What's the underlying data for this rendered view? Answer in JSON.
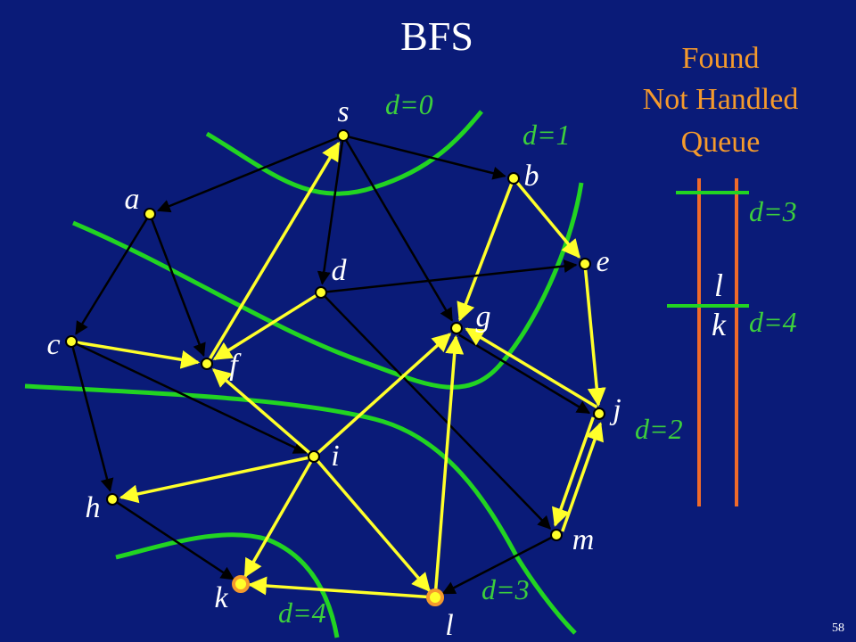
{
  "title": "BFS",
  "slide_number": "58",
  "legend": {
    "line1": "Found",
    "line2": "Not Handled",
    "line3": "Queue"
  },
  "queue": {
    "band_top": "d=3",
    "band_bottom": "d=4",
    "entries": [
      "l",
      "k"
    ]
  },
  "level_labels": [
    "d=0",
    "d=1",
    "d=2",
    "d=3",
    "d=4",
    "d=3",
    "d=4"
  ],
  "nodes": [
    {
      "id": "s",
      "label": "s",
      "state": "handled"
    },
    {
      "id": "a",
      "label": "a",
      "state": "handled"
    },
    {
      "id": "b",
      "label": "b",
      "state": "handled"
    },
    {
      "id": "c",
      "label": "c",
      "state": "handled"
    },
    {
      "id": "d",
      "label": "d",
      "state": "handled"
    },
    {
      "id": "e",
      "label": "e",
      "state": "handled"
    },
    {
      "id": "f",
      "label": "f",
      "state": "handled"
    },
    {
      "id": "g",
      "label": "g",
      "state": "handled"
    },
    {
      "id": "h",
      "label": "h",
      "state": "handled"
    },
    {
      "id": "i",
      "label": "i",
      "state": "handled"
    },
    {
      "id": "j",
      "label": "j",
      "state": "handled"
    },
    {
      "id": "k",
      "label": "k",
      "state": "found"
    },
    {
      "id": "l",
      "label": "l",
      "state": "found"
    },
    {
      "id": "m",
      "label": "m",
      "state": "handled"
    }
  ],
  "edges": [
    {
      "from": "s",
      "to": "a",
      "kind": "tree"
    },
    {
      "from": "s",
      "to": "b",
      "kind": "tree"
    },
    {
      "from": "s",
      "to": "d",
      "kind": "tree"
    },
    {
      "from": "s",
      "to": "g",
      "kind": "tree"
    },
    {
      "from": "f",
      "to": "s",
      "kind": "back"
    },
    {
      "from": "a",
      "to": "c",
      "kind": "tree"
    },
    {
      "from": "a",
      "to": "f",
      "kind": "tree"
    },
    {
      "from": "b",
      "to": "g",
      "kind": "back"
    },
    {
      "from": "b",
      "to": "e",
      "kind": "back"
    },
    {
      "from": "d",
      "to": "e",
      "kind": "tree"
    },
    {
      "from": "d",
      "to": "f",
      "kind": "back"
    },
    {
      "from": "d",
      "to": "m",
      "kind": "tree"
    },
    {
      "from": "c",
      "to": "f",
      "kind": "back"
    },
    {
      "from": "c",
      "to": "h",
      "kind": "tree"
    },
    {
      "from": "c",
      "to": "i",
      "kind": "tree"
    },
    {
      "from": "e",
      "to": "j",
      "kind": "back"
    },
    {
      "from": "g",
      "to": "j",
      "kind": "tree"
    },
    {
      "from": "j",
      "to": "g",
      "kind": "back"
    },
    {
      "from": "j",
      "to": "m",
      "kind": "back"
    },
    {
      "from": "m",
      "to": "j",
      "kind": "back"
    },
    {
      "from": "i",
      "to": "f",
      "kind": "back"
    },
    {
      "from": "i",
      "to": "g",
      "kind": "back"
    },
    {
      "from": "i",
      "to": "h",
      "kind": "back"
    },
    {
      "from": "i",
      "to": "k",
      "kind": "back"
    },
    {
      "from": "i",
      "to": "l",
      "kind": "back"
    },
    {
      "from": "h",
      "to": "k",
      "kind": "tree"
    },
    {
      "from": "m",
      "to": "l",
      "kind": "tree"
    },
    {
      "from": "l",
      "to": "g",
      "kind": "back"
    },
    {
      "from": "l",
      "to": "k",
      "kind": "back"
    }
  ],
  "colors": {
    "background": "#0a1b78",
    "title": "#ffffff",
    "legend": "#f59a2c",
    "level": "#3ccf3c",
    "edge_tree": "#000000",
    "edge_back": "#ffff2a",
    "node_fill": "#ffff2a",
    "node_found_ring": "#f59a2c",
    "queue_rails": "#f06a2a",
    "queue_band": "#22d422",
    "node_label": "#ffffff",
    "slide_number": "#ffffff"
  }
}
